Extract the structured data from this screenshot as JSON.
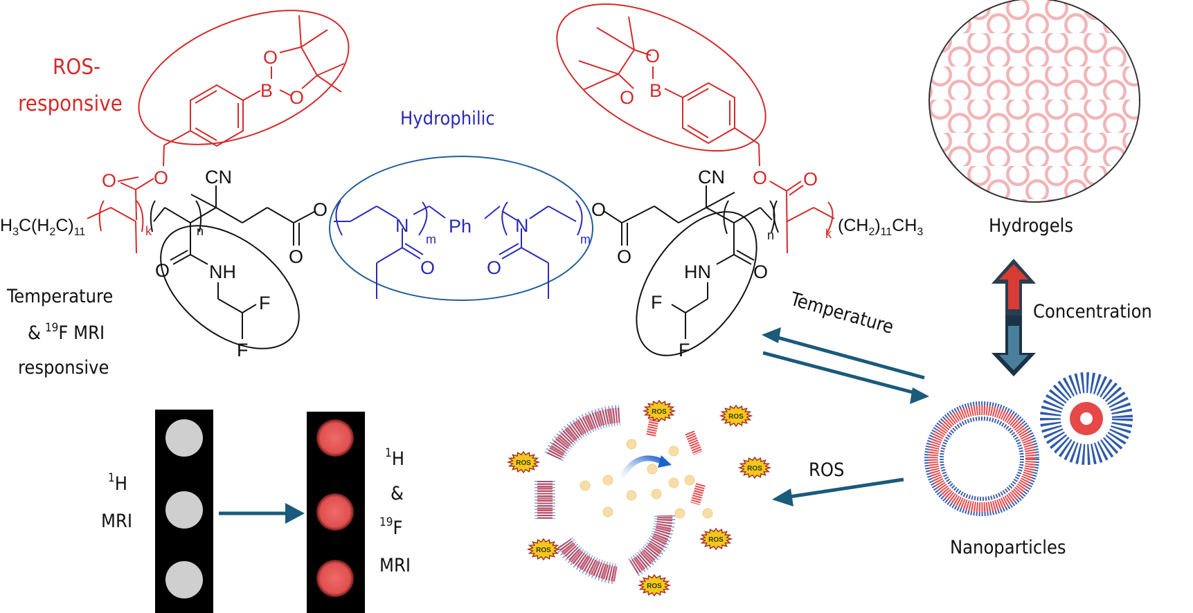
{
  "labels": {
    "ros_responsive_line1": "ROS-",
    "ros_responsive_line2": "responsive",
    "hydrophilic": "Hydrophilic",
    "temp_mri_line1": "Temperature",
    "temp_mri_amp": "&",
    "temp_mri_sup": "19",
    "temp_mri_line2_rest": "F MRI",
    "temp_mri_line3": "responsive",
    "hydrogels": "Hydrogels",
    "concentration": "Concentration",
    "temperature_arrow": "Temperature",
    "ros_arrow": "ROS",
    "nanoparticles": "Nanoparticles",
    "h_mri_sup": "1",
    "h_mri_h": "H",
    "h_mri_mri": "MRI",
    "hf_mri_sup1": "1",
    "hf_mri_h": "H",
    "hf_mri_amp": "&",
    "hf_mri_sup2": "19",
    "hf_mri_f": "F",
    "hf_mri_mri": "MRI",
    "ros_burst": "ROS"
  },
  "chemistry": {
    "left_end_group": "H3C(H2C)11",
    "right_end_group": "(CH2)11CH3",
    "subscript_11": "11",
    "subscript_2": "2",
    "subscript_3": "3",
    "repeat_k": "k",
    "repeat_n": "n",
    "repeat_m": "m",
    "nitrile": "CN",
    "oxygen": "O",
    "boron": "B",
    "nitrogen": "N",
    "amide_nh_left": "NH",
    "amide_nh_right": "HN",
    "fluorine": "F",
    "phenyl": "Ph"
  },
  "colors": {
    "ros_red": "#d42a2a",
    "hydrophilic_blue": "#2a2ab8",
    "ellipse_blue": "#1f5e9c",
    "arrow_teal": "#1a5a7a",
    "mri_red": "#e85a5a",
    "mri_gray": "#cfcfcf",
    "ros_yellow": "#f2c81e"
  },
  "mri_panels": {
    "before_spots": 3,
    "after_spots": 3
  }
}
